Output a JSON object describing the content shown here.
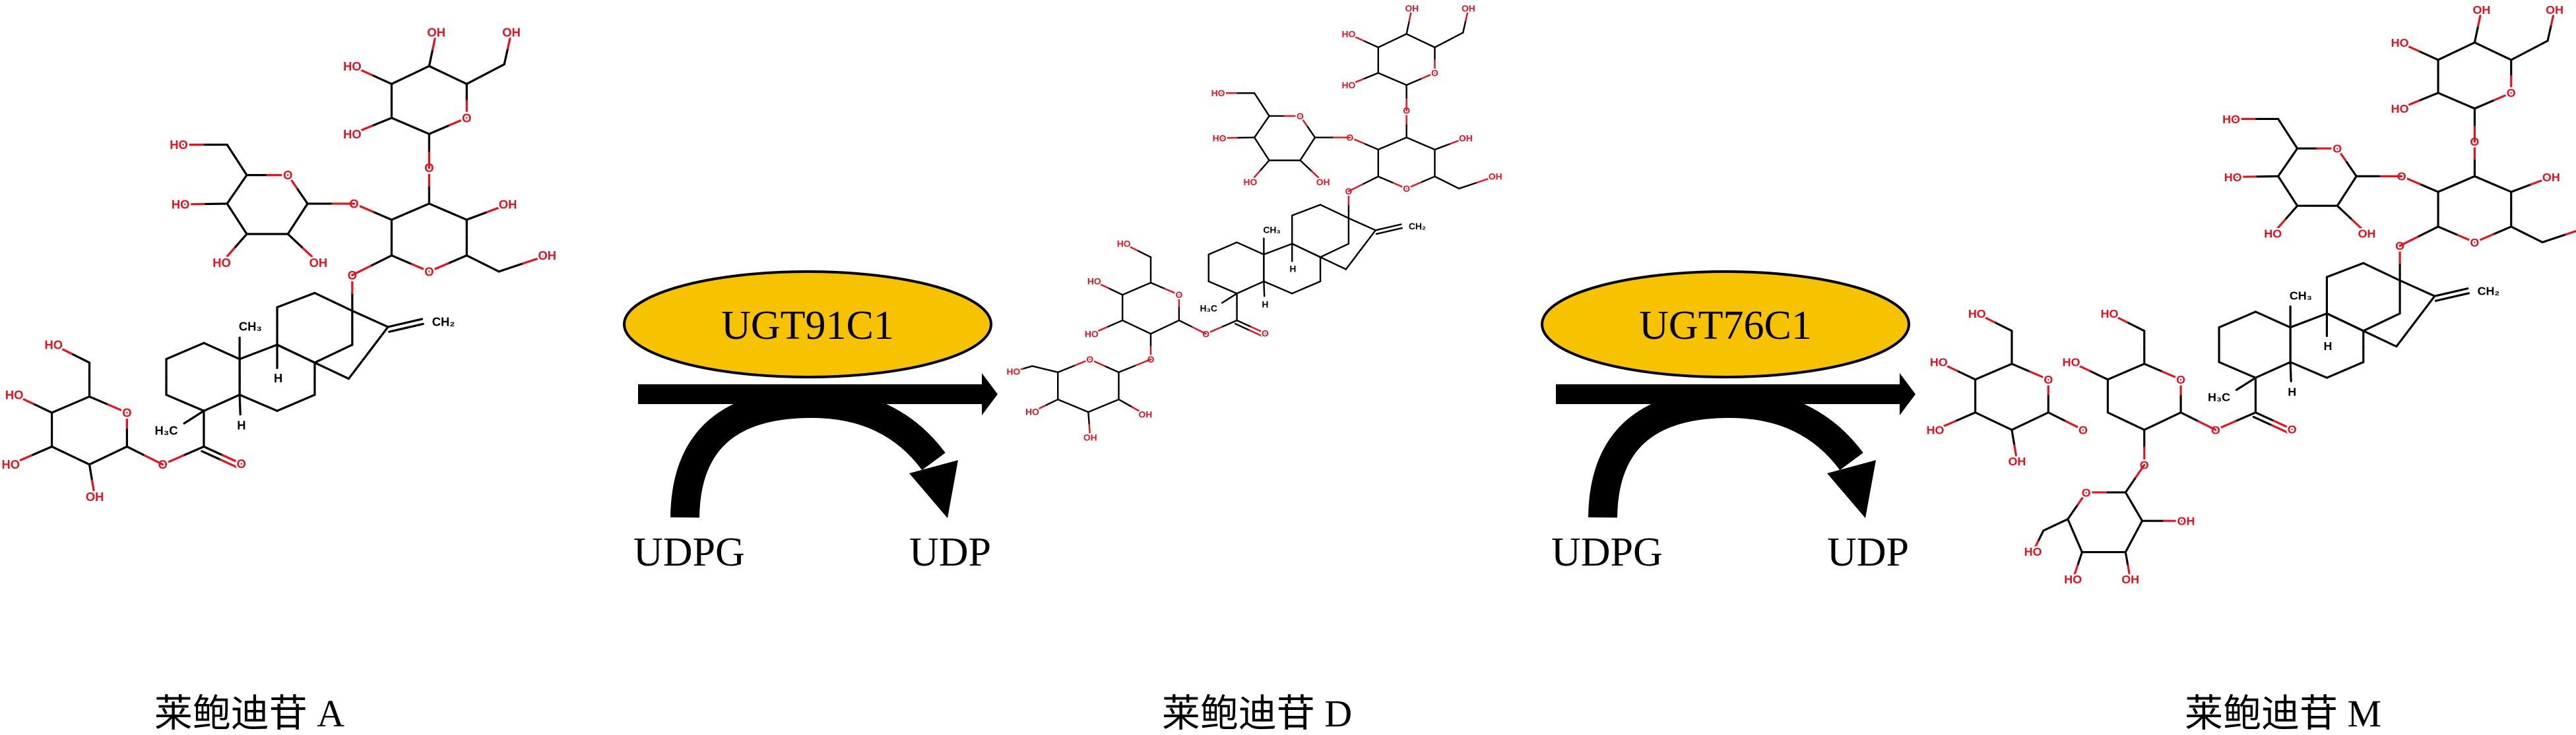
{
  "compounds": [
    {
      "name": "莱鲍迪苷 A"
    },
    {
      "name": "莱鲍迪苷 D"
    },
    {
      "name": "莱鲍迪苷 M"
    }
  ],
  "reactions": [
    {
      "enzyme": "UGT91C1",
      "cosubstrate": "UDPG",
      "coproduct": "UDP"
    },
    {
      "enzyme": "UGT76C1",
      "cosubstrate": "UDPG",
      "coproduct": "UDP"
    }
  ],
  "atoms": {
    "OH": "OH",
    "HO": "HO",
    "O": "O",
    "H": "H",
    "CH3": "CH₃",
    "CH2": "CH₂",
    "H3C": "H₃C"
  },
  "colors": {
    "enzyme_fill": "#F7C200",
    "heteroatom": "#E8101E",
    "bond": "#000000"
  }
}
